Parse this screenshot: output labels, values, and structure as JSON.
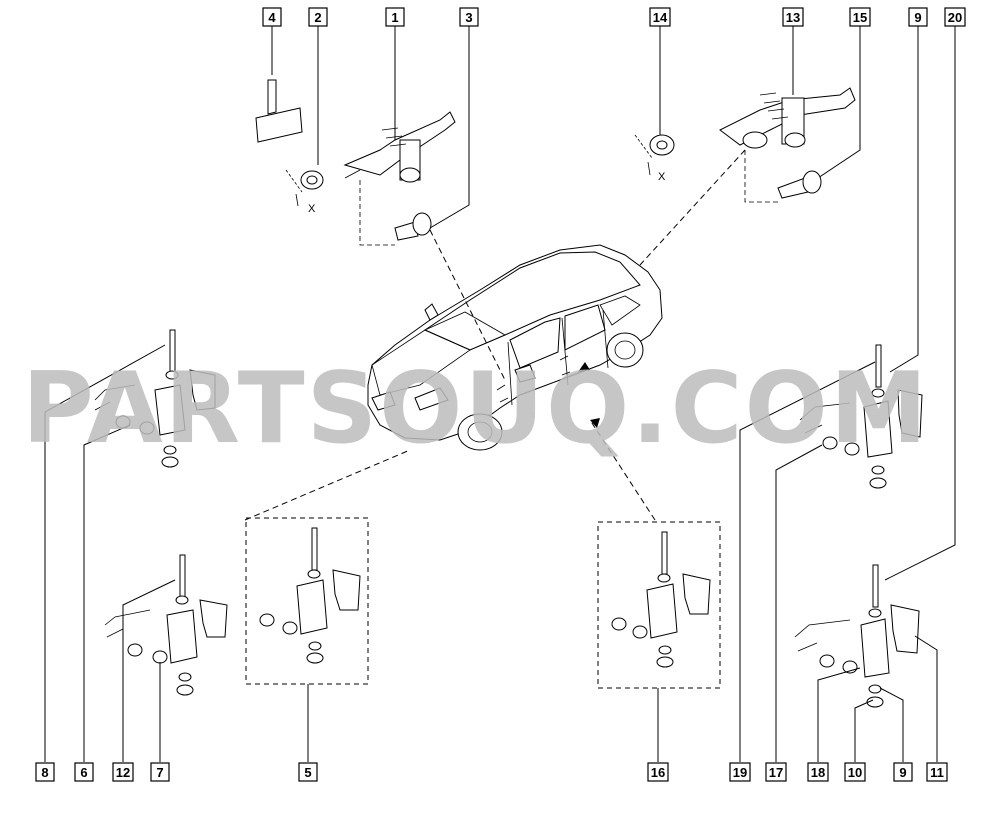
{
  "watermark": "PARTSOUQ.COM",
  "callouts": {
    "c1": "1",
    "c2": "2",
    "c3": "3",
    "c4": "4",
    "c5": "5",
    "c6": "6",
    "c7": "7",
    "c8": "8",
    "c9a": "9",
    "c9b": "9",
    "c10": "10",
    "c11": "11",
    "c12": "12",
    "c13": "13",
    "c14": "14",
    "c15": "15",
    "c16": "16",
    "c17": "17",
    "c18": "18",
    "c19": "19",
    "c20": "20"
  },
  "axis_marks": {
    "left_x": "X",
    "right_x": "X"
  }
}
